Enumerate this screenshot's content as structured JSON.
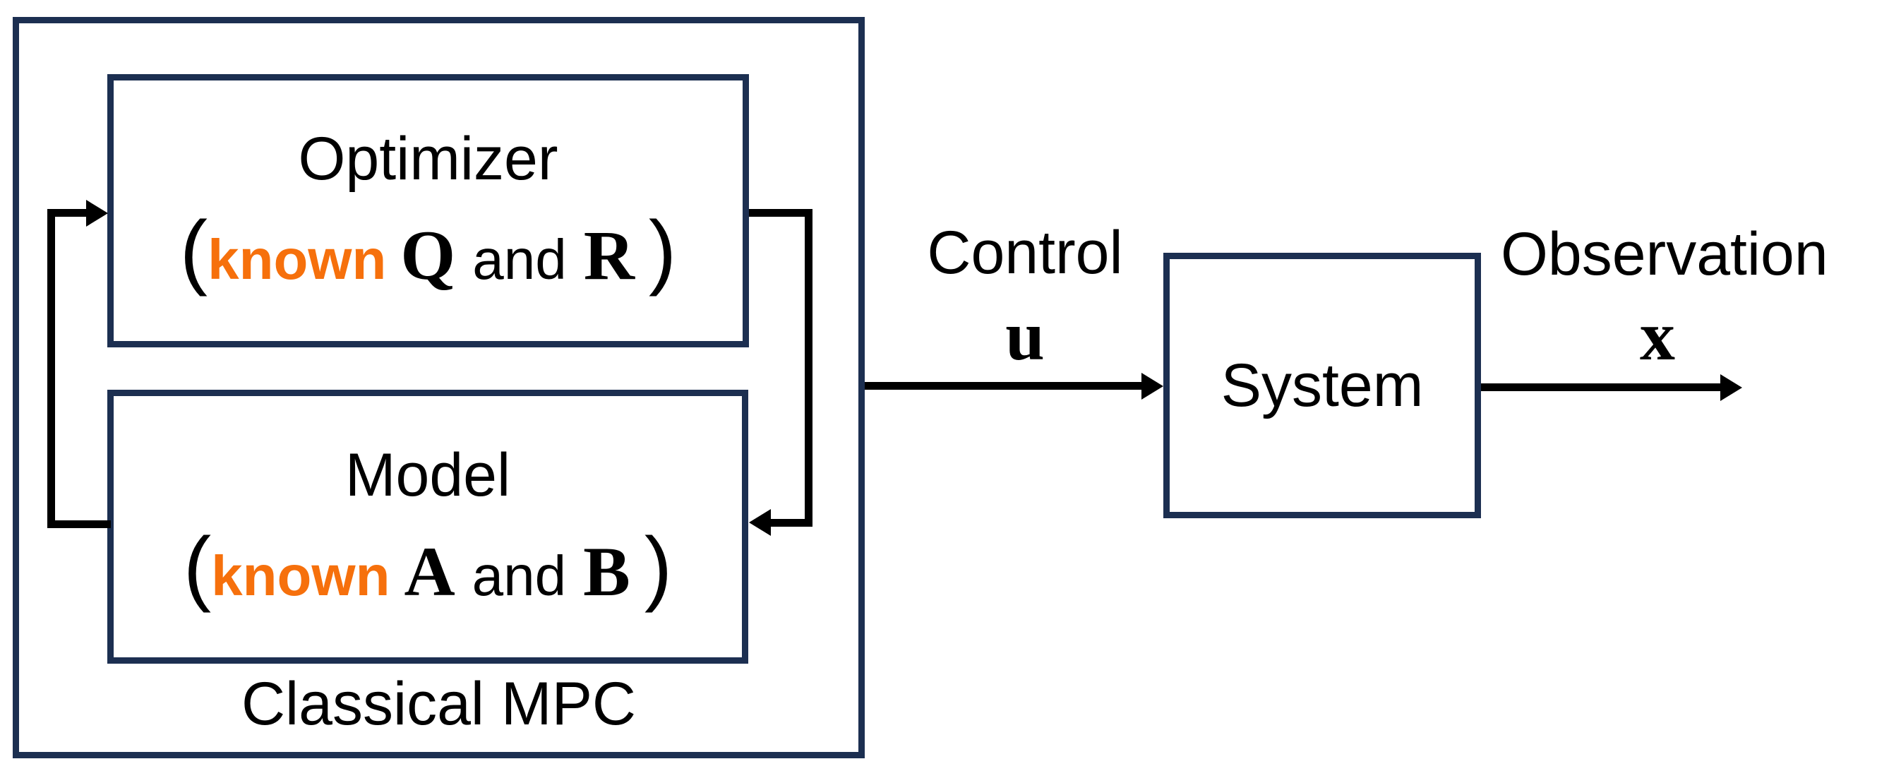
{
  "diagram": {
    "mpc_group": {
      "label": "Classical MPC"
    },
    "optimizer": {
      "title": "Optimizer",
      "open_paren": "(",
      "known": "known",
      "matrix_1": "Q",
      "conjunction": "and",
      "matrix_2": "R",
      "close_paren": ")"
    },
    "model": {
      "title": "Model",
      "open_paren": "(",
      "known": "known",
      "matrix_1": "A",
      "conjunction": "and",
      "matrix_2": "B",
      "close_paren": ")"
    },
    "system": {
      "label": "System"
    },
    "control_arrow": {
      "label": "Control",
      "symbol": "u"
    },
    "observation_arrow": {
      "label": "Observation",
      "symbol": "x"
    },
    "colors": {
      "box_border_navy": "#1c2f51",
      "highlight_orange": "#f6700c",
      "arrow_black": "#000000"
    }
  }
}
